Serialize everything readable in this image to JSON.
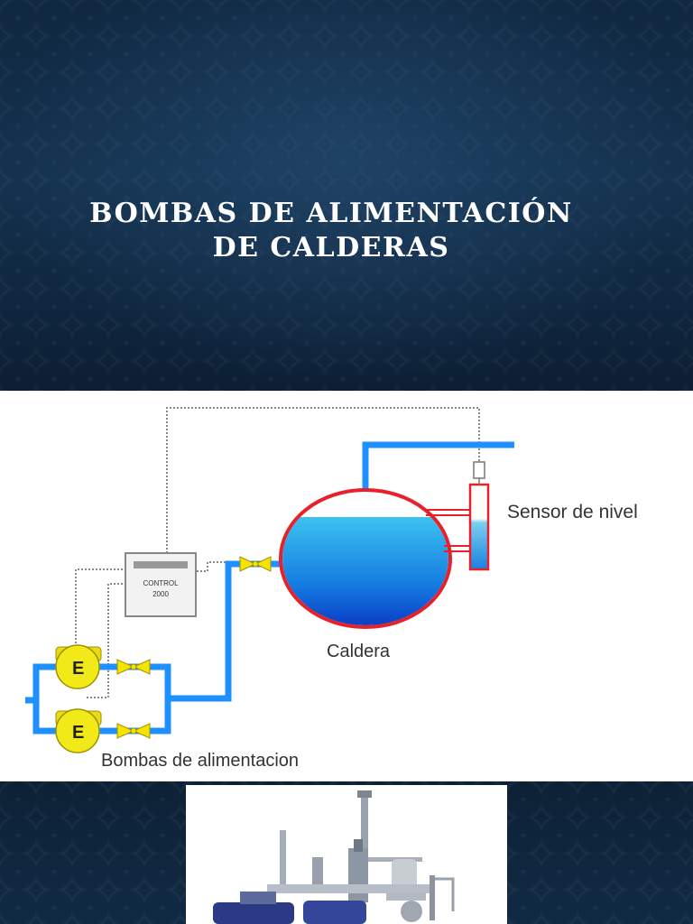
{
  "slide": {
    "title_line1": "BOMBAS DE ALIMENTACIÓN",
    "title_line2": "DE CALDERAS"
  },
  "diagram": {
    "label_sensor": "Sensor de  nivel",
    "label_boiler": "Caldera",
    "label_pumps": "Bombas de alimentacion",
    "label_control_line1": "CONTROL",
    "label_control_line2": "2000",
    "pump_letter": "E",
    "colors": {
      "pipe": "#1e90ff",
      "boiler_outline": "#e8202a",
      "water": "#1aa3e8",
      "valve": "#f5e400",
      "pump": "#f2ea18",
      "signal_line": "#888888"
    }
  },
  "photo": {
    "subject": "pump-assembly-photo"
  }
}
